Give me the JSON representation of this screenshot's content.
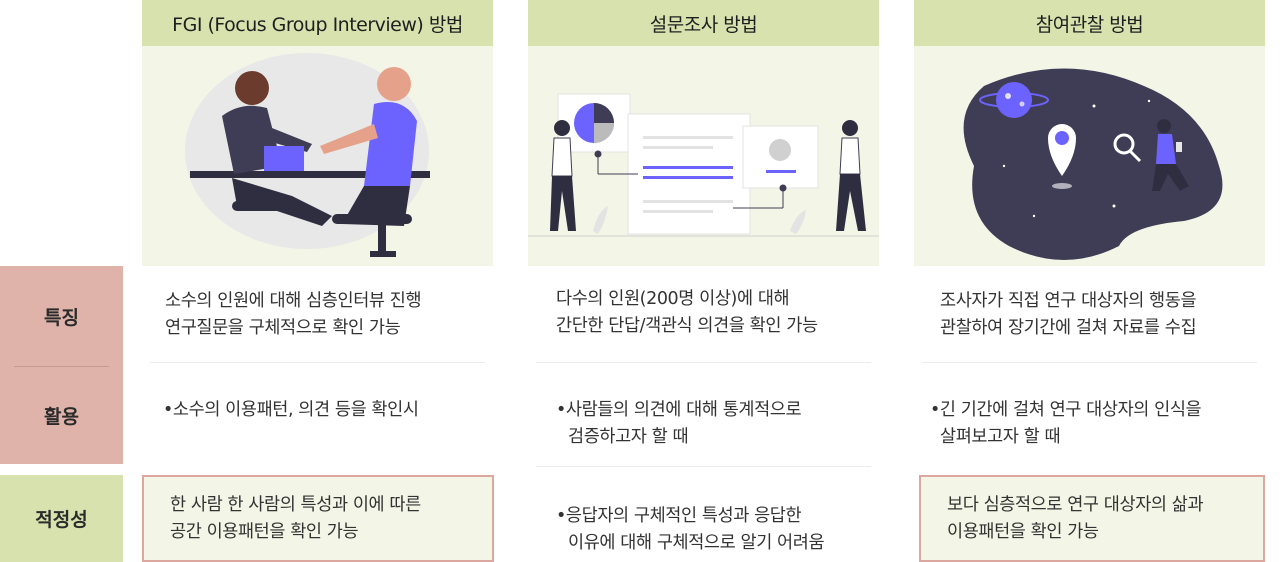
{
  "columns": [
    {
      "header": "FGI (Focus Group Interview) 방법",
      "feature": [
        "소수의 인원에 대해 심층인터뷰 진행",
        "연구질문을 구체적으로 확인 가능"
      ],
      "usage": [
        "•소수의 이용패턴, 의견 등을 확인시"
      ],
      "suitability": [
        "한 사람 한 사람의 특성과 이에 따른",
        "공간 이용패턴을 확인 가능"
      ]
    },
    {
      "header": "설문조사 방법",
      "feature": [
        "다수의 인원(200명 이상)에 대해",
        "간단한 단답/객관식 의견을 확인 가능"
      ],
      "usage": [
        "•사람들의 의견에 대해 통계적으로",
        "검증하고자 할 때"
      ],
      "suitability": [
        "•응답자의 구체적인 특성과 응답한",
        "이유에 대해 구체적으로 알기 어려움"
      ]
    },
    {
      "header": "참여관찰 방법",
      "feature": [
        "조사자가 직접 연구 대상자의 행동을",
        "관찰하여 장기간에 걸쳐 자료를 수집"
      ],
      "usage": [
        "•긴 기간에 걸쳐 연구 대상자의 인식을",
        "살펴보고자 할 때"
      ],
      "suitability": [
        "보다 심층적으로 연구 대상자의 삶과",
        "이용패턴을 확인 가능"
      ]
    }
  ],
  "row_labels": {
    "feature": "특징",
    "usage": "활용",
    "suitability": "적정성"
  },
  "colors": {
    "header_bg": "#d7e2ae",
    "illustration_bg": "#f3f5e6",
    "label_pink": "#dfb3aa",
    "box_border": "#dba79e",
    "accent_purple": "#6c63ff",
    "dark_figure": "#3f3d56"
  },
  "icons": {
    "illustration_1": "handshake-meeting-illustration",
    "illustration_2": "survey-board-illustration",
    "illustration_3": "space-observation-illustration"
  }
}
